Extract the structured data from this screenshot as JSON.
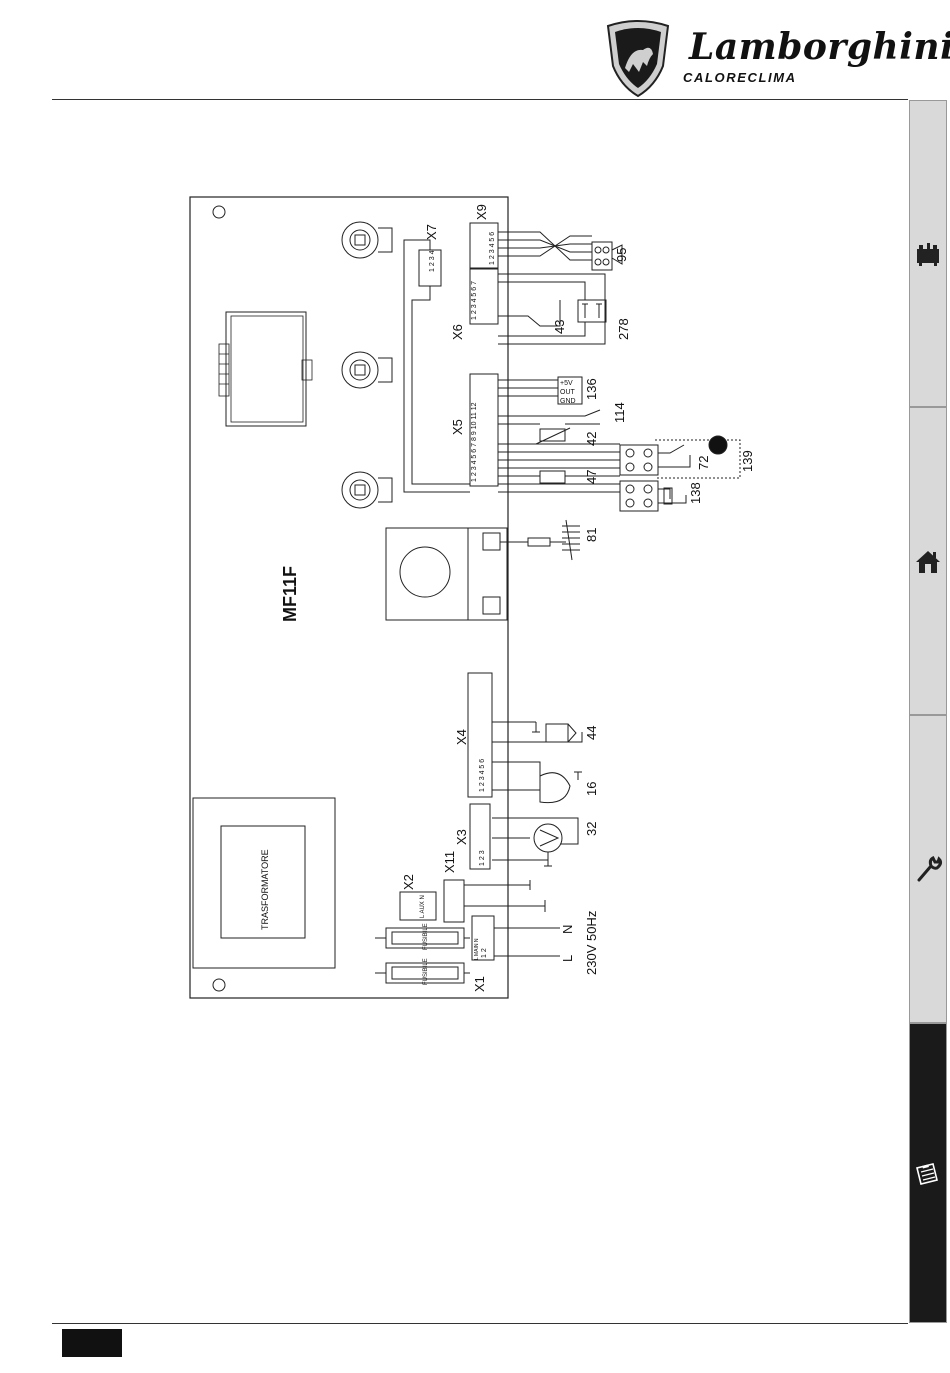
{
  "brand": {
    "name": "Lamborghini",
    "subname": "CALORECLIMA"
  },
  "board": {
    "name": "MF11F",
    "transformer": "TRASFORMATORE"
  },
  "connectors": {
    "x1": "X1",
    "x2": "X2",
    "x3": "X3",
    "x4": "X4",
    "x5": "X5",
    "x6": "X6",
    "x7": "X7",
    "x9": "X9",
    "x11": "X11"
  },
  "pins": {
    "x1": [
      "1",
      "2"
    ],
    "x2_labels": [
      "L",
      "AUX",
      "N"
    ],
    "x1_main": [
      "L",
      "MAIN",
      "N"
    ],
    "x3": [
      "1",
      "2",
      "3"
    ],
    "x4": [
      "1",
      "2",
      "3",
      "4",
      "5",
      "6"
    ],
    "x5": [
      "1",
      "2",
      "3",
      "4",
      "5",
      "6",
      "7",
      "8",
      "9",
      "10",
      "11",
      "12"
    ],
    "x6": [
      "1",
      "2",
      "3",
      "4",
      "5",
      "6",
      "7"
    ],
    "x7": [
      "1",
      "2",
      "3",
      "4"
    ],
    "x9": [
      "1",
      "2",
      "3",
      "4",
      "5",
      "6"
    ]
  },
  "fuses": [
    "FUSIBILE",
    "FUSIBILE"
  ],
  "sensor_136": [
    "+5V",
    "OUT",
    "GND"
  ],
  "components": {
    "c95": "95",
    "c278": "278",
    "c43": "43",
    "c136": "136",
    "c114": "114",
    "c42": "42",
    "c72": "72",
    "c139": "139",
    "c47": "47",
    "c138": "138",
    "c81": "81",
    "c44": "44",
    "c16": "16",
    "c32": "32"
  },
  "power": {
    "n": "N",
    "l": "L",
    "supply": "230V 50Hz"
  },
  "side_tabs": [
    {
      "icon": "boiler-icon",
      "active": false
    },
    {
      "icon": "house-icon",
      "active": false
    },
    {
      "icon": "wrench-icon",
      "active": false
    },
    {
      "icon": "clipboard-icon",
      "active": true
    }
  ]
}
